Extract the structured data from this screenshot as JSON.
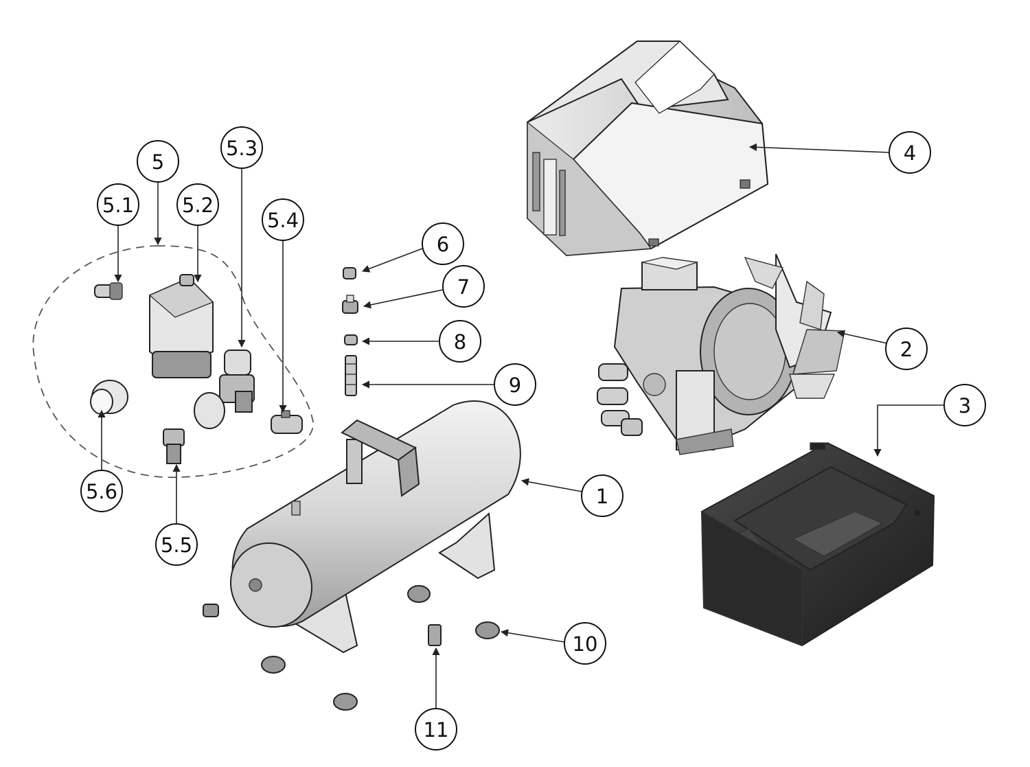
{
  "callouts": [
    {
      "id": "c1",
      "label": "1"
    },
    {
      "id": "c2",
      "label": "2"
    },
    {
      "id": "c3",
      "label": "3"
    },
    {
      "id": "c4",
      "label": "4"
    },
    {
      "id": "c5",
      "label": "5"
    },
    {
      "id": "c5_1",
      "label": "5.1"
    },
    {
      "id": "c5_2",
      "label": "5.2"
    },
    {
      "id": "c5_3",
      "label": "5.3"
    },
    {
      "id": "c5_4",
      "label": "5.4"
    },
    {
      "id": "c5_5",
      "label": "5.5"
    },
    {
      "id": "c5_6",
      "label": "5.6"
    },
    {
      "id": "c6",
      "label": "6"
    },
    {
      "id": "c7",
      "label": "7"
    },
    {
      "id": "c8",
      "label": "8"
    },
    {
      "id": "c9",
      "label": "9"
    },
    {
      "id": "c10",
      "label": "10"
    },
    {
      "id": "c11",
      "label": "11"
    }
  ],
  "colors": {
    "line": "#222222",
    "tank": "#d9d9d9",
    "shroud": "#d4d4d4",
    "base": "#2e2e2e",
    "motor": "#bdbdbd",
    "group_dash": "#555555"
  }
}
